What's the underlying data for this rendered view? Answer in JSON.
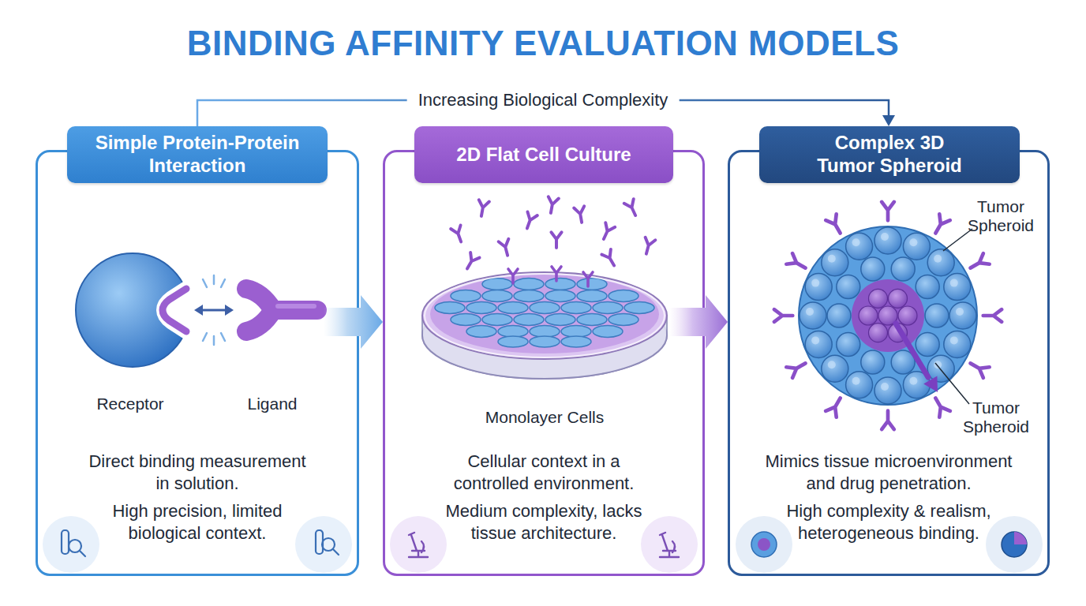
{
  "diagram": {
    "title": "BINDING AFFINITY EVALUATION MODELS",
    "nodes": [
      {
        "text": [
          "Simple Protein-Protein Interaction",
          "Direct binding measurement in solution.",
          "High precision, limited biological context."
        ]
      },
      {
        "text": [
          "2D Flat Cell Culture",
          "Cellular context in a controlled environment.",
          "Medium complexity, lacks tissue architecture."
        ]
      },
      {
        "text": [
          "Complex 3D Tumor Spheroid",
          "Mimics tissue microenvironment and drug penetration.",
          "High complexity & realism, heterogeneous binding."
        ]
      }
    ],
    "edges": [
      {
        "from": 0,
        "to": 1,
        "arrow": "to"
      },
      {
        "from": 1,
        "to": 2,
        "arrow": "to"
      },
      {
        "from": 0,
        "to": 2,
        "label": "Increasing Biological Complexity",
        "arrow": "to"
      }
    ],
    "labels": [
      "Receptor",
      "Ligand",
      "Monolayer Cells",
      "Tumor Spheroid",
      "Tumor Spheroid"
    ]
  }
}
